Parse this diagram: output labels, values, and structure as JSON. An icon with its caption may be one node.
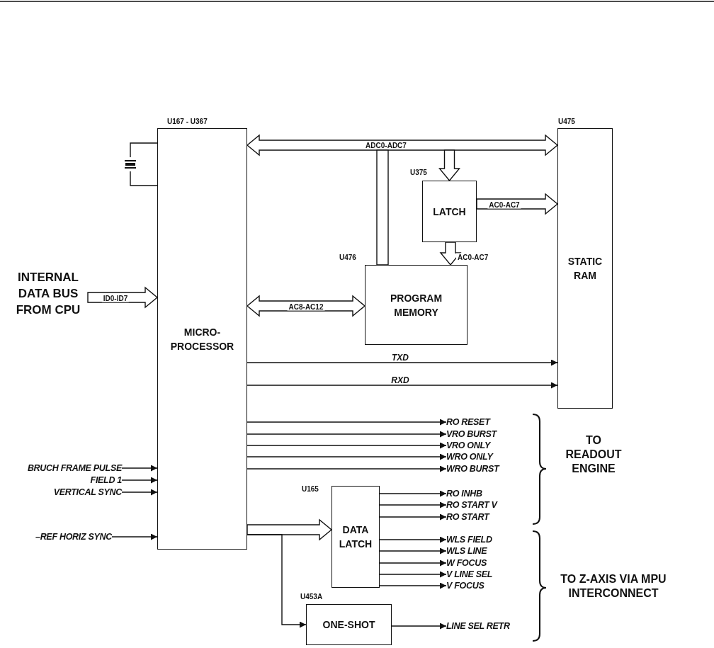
{
  "diagram": {
    "nodes": [
      {
        "text": [
          "MICRO- PROCESSOR"
        ],
        "beside": [
          "U167 - U367"
        ]
      },
      {
        "text": [],
        "shape": "crystal"
      },
      {
        "text": [
          "STATIC RAM"
        ],
        "beside": [
          "U475"
        ]
      },
      {
        "text": [
          "LATCH"
        ],
        "beside": [
          "U375"
        ]
      },
      {
        "text": [
          "PROGRAM MEMORY"
        ],
        "beside": [
          "U476"
        ]
      },
      {
        "text": [
          "DATA LATCH"
        ],
        "beside": [
          "U165"
        ]
      },
      {
        "text": [
          "ONE-SHOT"
        ],
        "beside": [
          "U453A"
        ]
      },
      {
        "text": [
          "INTERNAL DATA BUS FROM CPU"
        ]
      },
      {
        "text": [
          "BRUCH FRAME PULSE"
        ]
      },
      {
        "text": [
          "FIELD 1"
        ]
      },
      {
        "text": [
          "VERTICAL SYNC"
        ]
      },
      {
        "text": [
          "–REF HORIZ SYNC"
        ]
      },
      {
        "text": [
          "RO RESET"
        ]
      },
      {
        "text": [
          "VRO BURST"
        ]
      },
      {
        "text": [
          "VRO ONLY"
        ]
      },
      {
        "text": [
          "WRO ONLY"
        ]
      },
      {
        "text": [
          "WRO BURST"
        ]
      },
      {
        "text": [
          "RO INHB"
        ]
      },
      {
        "text": [
          "RO START V"
        ]
      },
      {
        "text": [
          "RO START"
        ]
      },
      {
        "text": [
          "WLS FIELD"
        ]
      },
      {
        "text": [
          "WLS LINE"
        ]
      },
      {
        "text": [
          "W FOCUS"
        ]
      },
      {
        "text": [
          "V LINE SEL"
        ]
      },
      {
        "text": [
          "V FOCUS"
        ]
      },
      {
        "text": [
          "LINE SEL RETR"
        ]
      }
    ],
    "edges": [
      {
        "from": 1,
        "to": 0,
        "arrow": "none"
      },
      {
        "from": 1,
        "to": 0,
        "arrow": "none"
      },
      {
        "from": 0,
        "to": 2,
        "arrow": "both",
        "label": "ADC0-ADC7",
        "style": "thick"
      },
      {
        "from": null,
        "to": 3,
        "arrow": "to",
        "style": "thick"
      },
      {
        "from": null,
        "to": 4,
        "arrow": "none",
        "style": "thick"
      },
      {
        "from": 3,
        "to": 2,
        "arrow": "to",
        "label": "AC0-AC7",
        "style": "thick"
      },
      {
        "from": 3,
        "to": 4,
        "arrow": "to",
        "label": "AC0-AC7",
        "style": "thick"
      },
      {
        "from": 0,
        "to": 4,
        "arrow": "both",
        "label": "AC8-AC12",
        "style": "thick"
      },
      {
        "from": 7,
        "to": 0,
        "arrow": "to",
        "label": "ID0-ID7",
        "style": "thick"
      },
      {
        "from": 0,
        "to": 2,
        "arrow": "to",
        "label": "TXD"
      },
      {
        "from": 0,
        "to": 2,
        "arrow": "to",
        "label": "RXD"
      },
      {
        "from": 8,
        "to": 0,
        "arrow": "to"
      },
      {
        "from": 9,
        "to": 0,
        "arrow": "to"
      },
      {
        "from": 10,
        "to": 0,
        "arrow": "to"
      },
      {
        "from": 11,
        "to": 0,
        "arrow": "to"
      },
      {
        "from": 0,
        "to": 12,
        "arrow": "to"
      },
      {
        "from": 0,
        "to": 13,
        "arrow": "to"
      },
      {
        "from": 0,
        "to": 14,
        "arrow": "to"
      },
      {
        "from": 0,
        "to": 15,
        "arrow": "to"
      },
      {
        "from": 0,
        "to": 16,
        "arrow": "to"
      },
      {
        "from": 0,
        "to": 5,
        "arrow": "to",
        "style": "thick"
      },
      {
        "from": 0,
        "to": 6,
        "arrow": "to"
      },
      {
        "from": 5,
        "to": 17,
        "arrow": "to"
      },
      {
        "from": 5,
        "to": 18,
        "arrow": "to"
      },
      {
        "from": 5,
        "to": 19,
        "arrow": "to"
      },
      {
        "from": 5,
        "to": 20,
        "arrow": "to"
      },
      {
        "from": 5,
        "to": 21,
        "arrow": "to"
      },
      {
        "from": 5,
        "to": 22,
        "arrow": "to"
      },
      {
        "from": 5,
        "to": 23,
        "arrow": "to"
      },
      {
        "from": 5,
        "to": 24,
        "arrow": "to"
      },
      {
        "from": 6,
        "to": 25,
        "arrow": "to"
      }
    ],
    "labels": [
      "TO READOUT ENGINE",
      "TO Z-AXIS VIA MPU INTERCONNECT"
    ]
  }
}
